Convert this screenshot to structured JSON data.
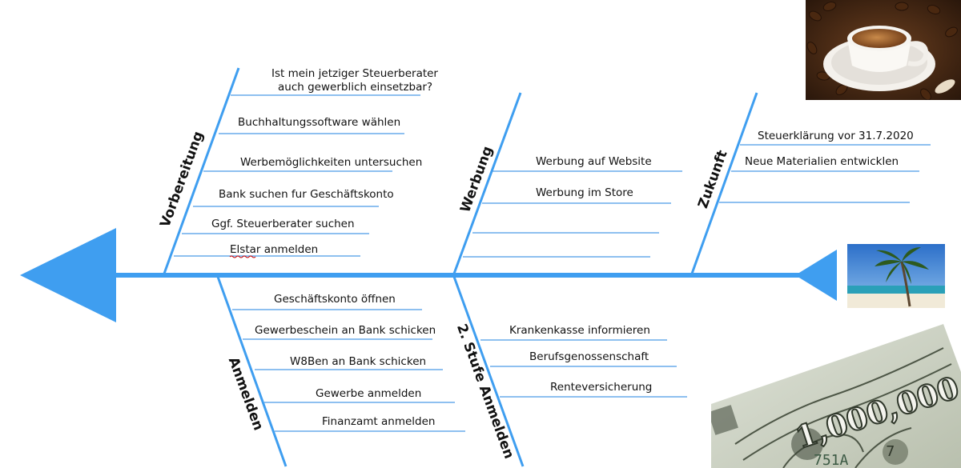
{
  "colors": {
    "line": "#4a9ae6",
    "arrow": "#3f9ef0",
    "text": "#111111",
    "underline": "#d00000"
  },
  "branches": {
    "vorbereitung": {
      "label": "Vorbereitung",
      "items": [
        "Ist mein jetziger Steuerberater",
        "auch gewerblich einsetzbar?",
        "Buchhaltungssoftware wählen",
        "Werbemöglichkeiten untersuchen",
        "Bank suchen fur Geschäftskonto",
        "Ggf. Steuerberater suchen",
        "Elstar",
        " anmelden"
      ]
    },
    "werbung": {
      "label": "Werbung",
      "items": [
        "Werbung auf Website",
        "Werbung im Store",
        "",
        ""
      ]
    },
    "zukunft": {
      "label": "Zukunft",
      "items": [
        "Steuerklärung vor 31.7.2020",
        "Neue Materialien entwicklen",
        ""
      ]
    },
    "anmelden": {
      "label": "Anmelden",
      "items": [
        "Geschäftskonto öffnen",
        "Gewerbeschein an Bank schicken",
        "W8Ben an Bank schicken",
        "Gewerbe anmelden",
        "Finanzamt anmelden"
      ]
    },
    "stufe2": {
      "label": "2. Stufe Anmelden",
      "items": [
        "Krankenkasse informieren",
        "Berufsgenossenschaft",
        "Renteversicherung"
      ]
    }
  },
  "images": {
    "coffee": "coffee-cup-photo",
    "beach": "beach-palm-photo",
    "bill": "dollar-bill-photo",
    "bill_text": "1,000,000",
    "bill_serial": "751A",
    "bill_seven": "7"
  }
}
